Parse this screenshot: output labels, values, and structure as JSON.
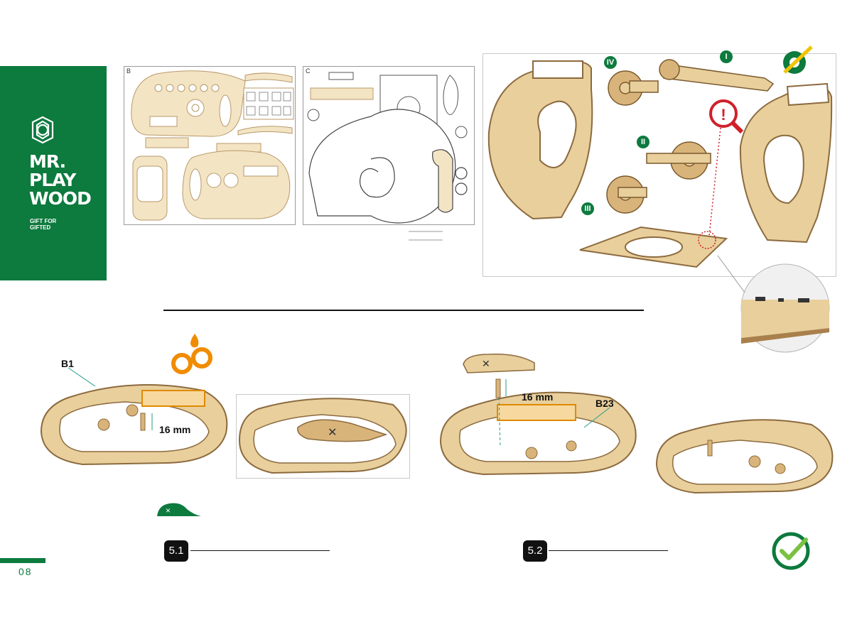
{
  "brand": {
    "line1": "MR.",
    "line2": "PLAY",
    "line3": "WOOD",
    "tag1": "GIFT FOR",
    "tag2": "GIFTED"
  },
  "sheets": {
    "b_letter": "B",
    "c_letter": "C"
  },
  "overview": {
    "roman_1": "I",
    "roman_2": "II",
    "roman_3": "III",
    "roman_4": "IV"
  },
  "steps": {
    "step1": {
      "number": "5.1",
      "part_label": "B1",
      "measure": "16 mm"
    },
    "step2": {
      "number": "5.2",
      "part_label": "B23",
      "measure": "16 mm"
    }
  },
  "page": {
    "number": "08"
  },
  "colors": {
    "brand_green": "#0d7a3e",
    "wood": "#e8cf9c",
    "wood_edge": "#a9804c",
    "accent_orange": "#f08c00",
    "alert_red": "#d0202a"
  }
}
